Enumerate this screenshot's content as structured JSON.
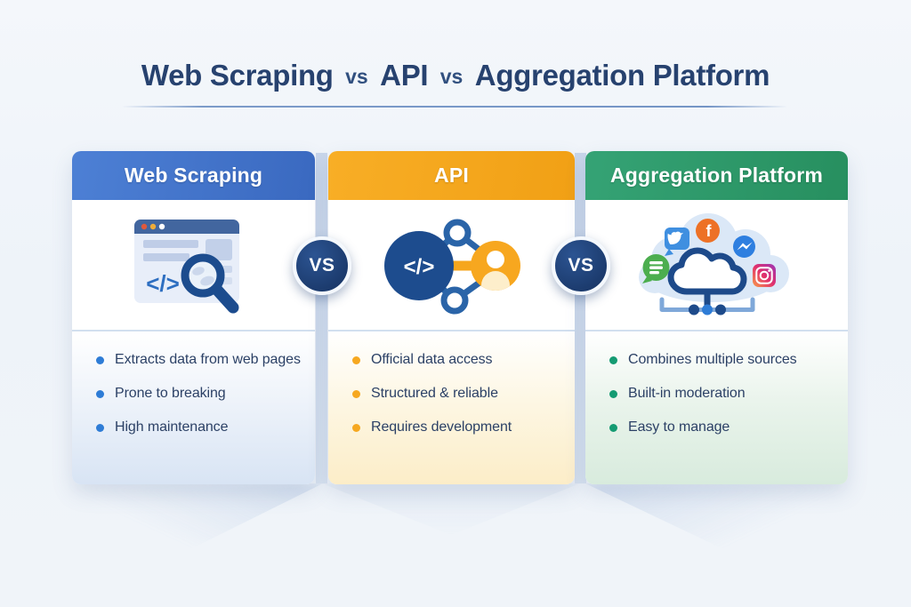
{
  "title": {
    "part1": "Web Scraping",
    "vs1": "vs",
    "part2": "API",
    "vs2": "vs",
    "part3": "Aggregation Platform"
  },
  "vs_badge_label": "VS",
  "columns": [
    {
      "header": "Web Scraping",
      "accent": "#3f6fc8",
      "bullet_color": "#2e7cd6",
      "bottom_tint": "#d8e4f4",
      "icon": "browser-code-magnifier-icon",
      "icon_glyph": "</>",
      "bullets": [
        "Extracts data from web pages",
        "Prone to breaking",
        "High maintenance"
      ]
    },
    {
      "header": "API",
      "accent": "#f4a61c",
      "bullet_color": "#f6a820",
      "bottom_tint": "#fcedc8",
      "icon": "code-network-user-icon",
      "icon_glyph": "</>",
      "bullets": [
        "Official data access",
        "Structured & reliable",
        "Requires development"
      ]
    },
    {
      "header": "Aggregation Platform",
      "accent": "#2b9a68",
      "bullet_color": "#149b72",
      "bottom_tint": "#d8ebdd",
      "icon": "cloud-social-sources-icon",
      "facebook_glyph": "f",
      "bullets": [
        "Combines multiple sources",
        "Built-in moderation",
        "Easy to manage"
      ]
    }
  ],
  "colors": {
    "title_text": "#27426f",
    "bullet_text": "#2c4166",
    "vs_badge": "#1e4077",
    "gap_stripe": "#cfdcee",
    "page_background": "#eef3f9"
  }
}
